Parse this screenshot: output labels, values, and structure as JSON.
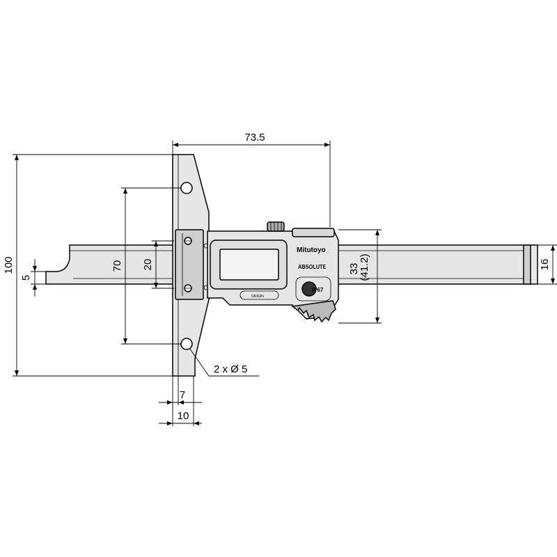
{
  "diagram": {
    "dimensions": {
      "width_top": "73.5",
      "total_height": "100",
      "hole_spacing": "70",
      "body_height": "20",
      "hook_height": "5",
      "head_height": "33",
      "head_height_alt": "(41.2)",
      "beam_height": "16",
      "base_thickness": "7",
      "base_width": "10",
      "holes": "2 x Ø 5"
    },
    "labels": {
      "brand": "Mitutoyo",
      "series": "ABSOLUTE",
      "button": "ORIGIN",
      "rating": "IP67"
    },
    "colors": {
      "line": "#000000",
      "body": "#e6e6e6",
      "shade": "#cfcfcf"
    }
  }
}
